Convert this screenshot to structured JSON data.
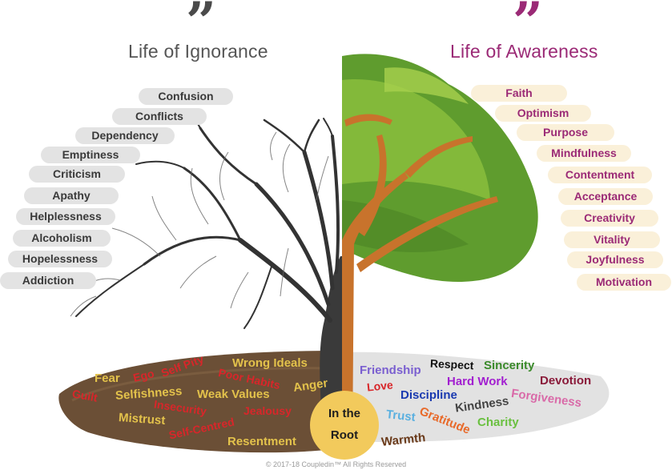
{
  "left": {
    "quote_mark": "”",
    "title": "Life of Ignorance",
    "traits": [
      "Confusion",
      "Conflicts",
      "Dependency",
      "Emptiness",
      "Criticism",
      "Apathy",
      "Helplessness",
      "Alcoholism",
      "Hopelessness",
      "Addiction"
    ],
    "roots": [
      "Wrong Ideals",
      "Self Pity",
      "Fear",
      "Ego",
      "Poor Habits",
      "Anger",
      "Guilt",
      "Selfishness",
      "Weak Values",
      "Insecurity",
      "Jealousy",
      "Mistrust",
      "Self-Centred",
      "Resentment"
    ]
  },
  "right": {
    "quote_mark": "”",
    "title": "Life of Awareness",
    "traits": [
      "Faith",
      "Optimism",
      "Purpose",
      "Mindfulness",
      "Contentment",
      "Acceptance",
      "Creativity",
      "Vitality",
      "Joyfulness",
      "Motivation"
    ],
    "roots": [
      "Respect",
      "Sincerity",
      "Friendship",
      "Love",
      "Hard Work",
      "Devotion",
      "Discipline",
      "Forgiveness",
      "Kindness",
      "Trust",
      "Gratitude",
      "Charity",
      "Warmth"
    ]
  },
  "root_badge": {
    "line1": "In the",
    "line2": "Root"
  },
  "copyright": "© 2017-18 Coupledin™ All Rights Reserved",
  "colors": {
    "ignorance_title": "#555555",
    "awareness_title": "#9b2a76",
    "awareness_pill_bg": "#faf0d9",
    "ignorance_pill_bg": "#e3e3e3",
    "badge": "#f2ca5c",
    "soil_left": "#6a5038",
    "soil_right": "#e2e2e2",
    "trunk": "#c8732c",
    "foliage": "#5f9c2e"
  }
}
